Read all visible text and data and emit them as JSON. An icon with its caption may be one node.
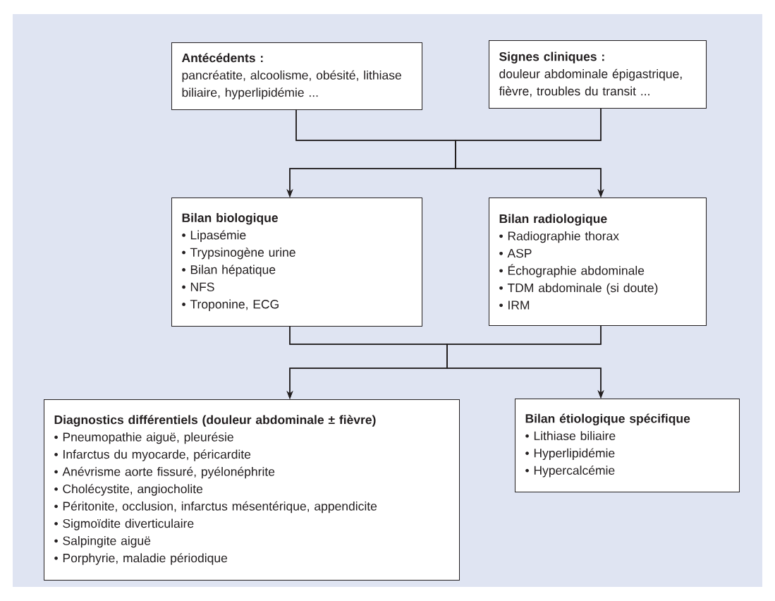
{
  "diagram": {
    "nodes": [
      {
        "text": [
          "Antécédents :",
          "pancréatite, alcoolisme, obésité, lithiase biliaire, hyperlipidémie ..."
        ]
      },
      {
        "text": [
          "Signes cliniques :",
          "douleur abdominale épigastrique, fièvre, troubles du transit ..."
        ]
      },
      {
        "text": [
          "Bilan biologique",
          "• Lipasémie",
          "• Trypsinogène urine",
          "• Bilan hépatique",
          "• NFS",
          "• Troponine, ECG"
        ]
      },
      {
        "text": [
          "Bilan radiologique",
          "• Radiographie thorax",
          "• ASP",
          "• Échographie abdominale",
          "• TDM abdominale (si doute)",
          "• IRM"
        ]
      },
      {
        "text": [
          "Diagnostics différentiels (douleur abdominale ± fièvre)",
          "• Pneumopathie aiguë, pleurésie",
          "• Infarctus du myocarde, péricardite",
          "• Anévrisme aorte fissuré, pyélonéphrite",
          "• Cholécystite, angiocholite",
          "• Péritonite, occlusion, infarctus mésentérique, appendicite",
          "• Sigmoïdite diverticulaire",
          "• Salpingite aiguë",
          "• Porphyrie, maladie périodique"
        ]
      },
      {
        "text": [
          "Bilan étiologique spécifique",
          "• Lithiase biliaire",
          "• Hyperlipidémie",
          "• Hypercalcémie"
        ]
      }
    ],
    "edges": [
      {
        "from": 0,
        "to": 2,
        "arrow": "to"
      },
      {
        "from": 0,
        "to": 3,
        "arrow": "to"
      },
      {
        "from": 1,
        "to": 2,
        "arrow": "to"
      },
      {
        "from": 1,
        "to": 3,
        "arrow": "to"
      },
      {
        "from": 2,
        "to": 4,
        "arrow": "to"
      },
      {
        "from": 2,
        "to": 5,
        "arrow": "to"
      },
      {
        "from": 3,
        "to": 4,
        "arrow": "to"
      },
      {
        "from": 3,
        "to": 5,
        "arrow": "to"
      }
    ]
  }
}
